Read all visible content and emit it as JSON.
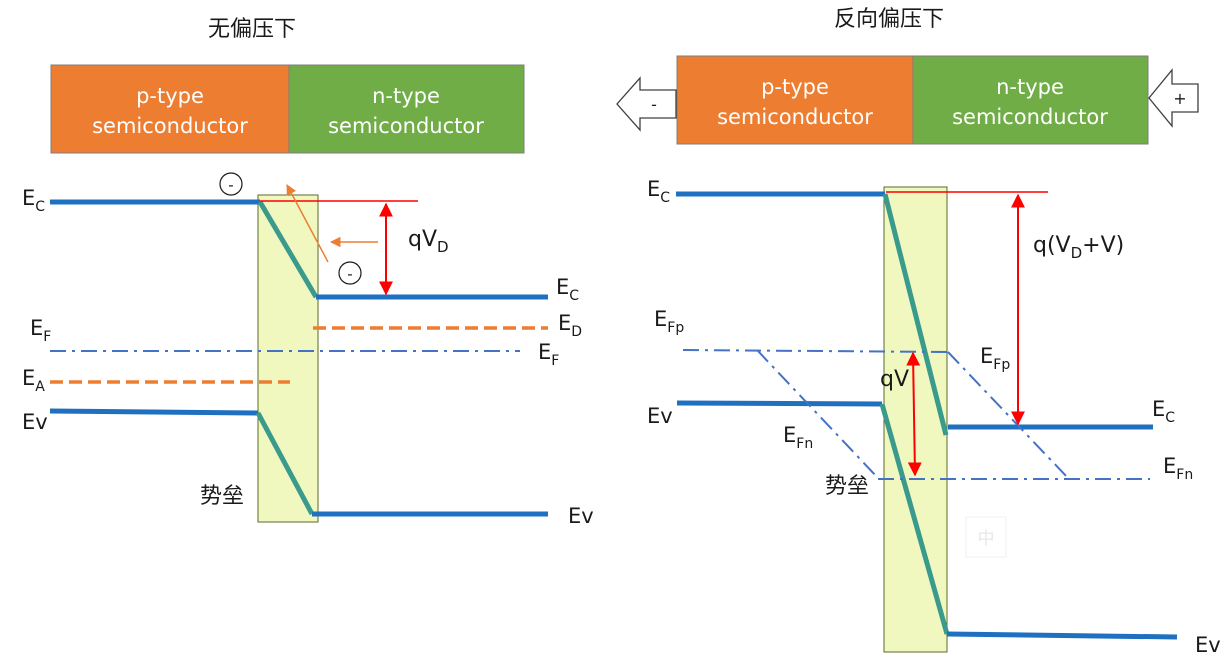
{
  "left": {
    "title": "无偏压下",
    "p_box": {
      "line1": "p-type",
      "line2": "semiconductor"
    },
    "n_box": {
      "line1": "n-type",
      "line2": "semiconductor"
    },
    "labels": {
      "ec_p": "E",
      "ec_p_sub": "C",
      "ef_p": "E",
      "ef_p_sub": "F",
      "ea": "E",
      "ea_sub": "A",
      "ev_p": "Ev",
      "ec_n": "E",
      "ec_n_sub": "C",
      "ed": "E",
      "ed_sub": "D",
      "ef_n": "E",
      "ef_n_sub": "F",
      "ev_n": "Ev",
      "qvd": "qV",
      "qvd_sub": "D",
      "barrier": "势垒",
      "electron1": "-",
      "electron2": "-"
    }
  },
  "right": {
    "title": "反向偏压下",
    "p_box": {
      "line1": "p-type",
      "line2": "semiconductor"
    },
    "n_box": {
      "line1": "n-type",
      "line2": "semiconductor"
    },
    "left_arrow": "-",
    "right_arrow": "+",
    "labels": {
      "ec_p": "E",
      "ec_p_sub": "C",
      "efp_left": "E",
      "efp_left_sub": "Fp",
      "ev_p": "Ev",
      "efn_mid": "E",
      "efn_mid_sub": "Fn",
      "barrier": "势垒",
      "qv": "qV",
      "q_vd_v_a": "q(V",
      "q_vd_v_sub": "D",
      "q_vd_v_b": "+V)",
      "efp_mid": "E",
      "efp_mid_sub": "Fp",
      "ec_n": "E",
      "ec_n_sub": "C",
      "efn_right": "E",
      "efn_right_sub": "Fn",
      "ev_n": "Ev",
      "watermark": "中"
    }
  },
  "colors": {
    "p_type": "#ED7D31",
    "n_type": "#70AD47",
    "band": "#1F70C1",
    "bend": "#3A9A8C",
    "fermi": "#4472C4",
    "dopant": "#ED7D31",
    "arrow_red": "#FF0000",
    "barrier_fill": "#F0F8C0"
  }
}
